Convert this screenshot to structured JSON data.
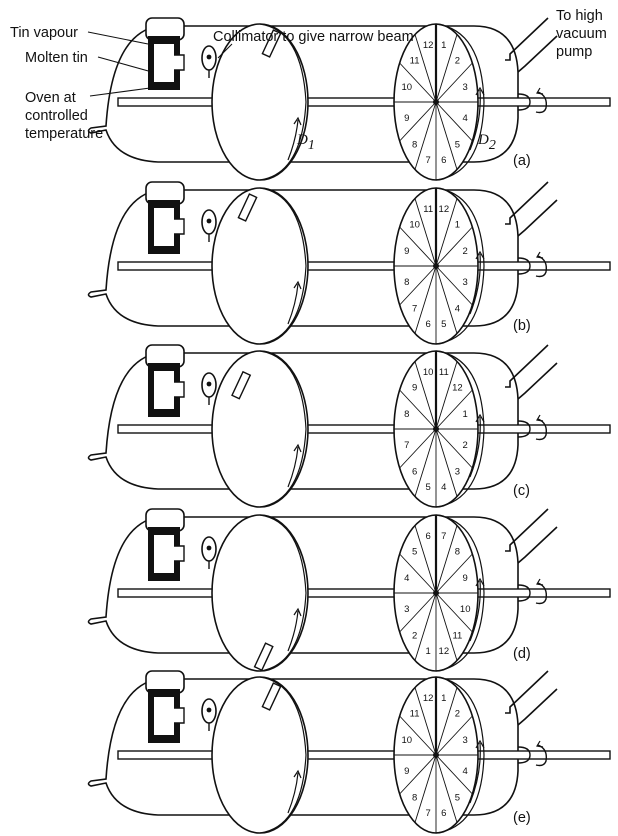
{
  "labels": {
    "tin_vapour": "Tin vapour",
    "molten_tin": "Molten tin",
    "oven_line1": "Oven at",
    "oven_line2": "controlled",
    "oven_line3": "temperature",
    "collimator": "Collimator to give narrow beam",
    "pump_line1": "To high",
    "pump_line2": "vacuum",
    "pump_line3": "pump",
    "disc1": "D",
    "disc1_sub": "1",
    "disc2": "D",
    "disc2_sub": "2"
  },
  "panels": [
    {
      "id": "a",
      "caption": "(a)",
      "slot_angle": -60,
      "numbers": [
        "1",
        "2",
        "3",
        "4",
        "5",
        "6",
        "7",
        "8",
        "9",
        "10",
        "11",
        "12"
      ],
      "number_offset": 0,
      "marked_sector": 0
    },
    {
      "id": "b",
      "caption": "(b)",
      "slot_angle": -120,
      "numbers": [
        "1",
        "2",
        "3",
        "4",
        "5",
        "6",
        "7",
        "8",
        "9",
        "10",
        "11",
        "12"
      ],
      "number_offset": 1,
      "marked_sector": 0
    },
    {
      "id": "c",
      "caption": "(c)",
      "slot_angle": -140,
      "numbers": [
        "1",
        "2",
        "3",
        "4",
        "5",
        "6",
        "7",
        "8",
        "9",
        "10",
        "11",
        "12"
      ],
      "number_offset": 2,
      "marked_sector": 0
    },
    {
      "id": "d",
      "caption": "(d)",
      "slot_angle": 80,
      "numbers": [
        "1",
        "2",
        "3",
        "4",
        "5",
        "6",
        "7",
        "8",
        "9",
        "10",
        "11",
        "12"
      ],
      "number_offset": 6,
      "marked_sector": 0
    },
    {
      "id": "e",
      "caption": "(e)",
      "slot_angle": -60,
      "numbers": [
        "1",
        "2",
        "3",
        "4",
        "5",
        "6",
        "7",
        "8",
        "9",
        "10",
        "11",
        "12"
      ],
      "number_offset": 0,
      "marked_sector": 0
    }
  ]
}
